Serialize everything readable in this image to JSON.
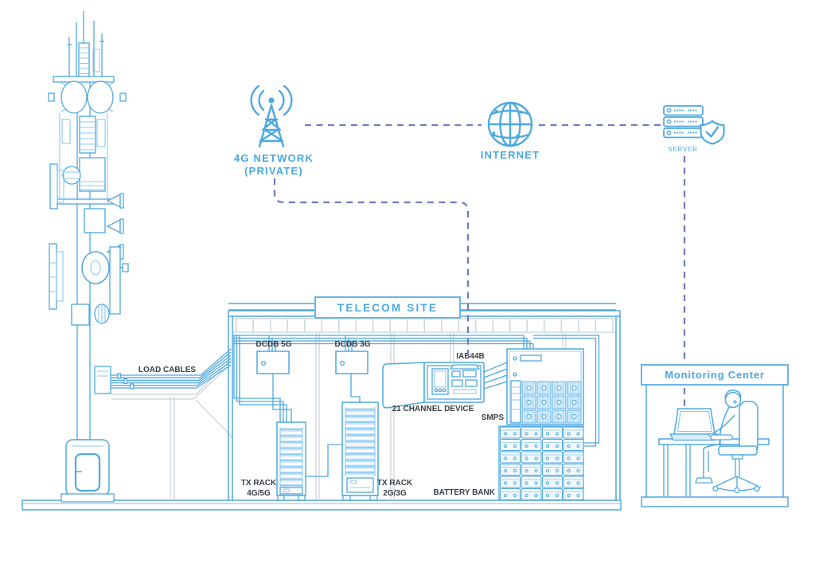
{
  "colors": {
    "line_blue": "#4FA8E0",
    "line_blue_light": "#8CC8EE",
    "fill_blue_light": "#CFE8F9",
    "dashed_connector": "#6F7DBD",
    "structure_gray": "#C7D0D7",
    "label_dark": "#3A3F45",
    "label_blue": "#4BA7E0"
  },
  "backbone": {
    "network": {
      "icon": "antenna-mast-icon",
      "label_line1": "4G NETWORK",
      "label_line2": "(PRIVATE)"
    },
    "internet": {
      "icon": "globe-icon",
      "label": "INTERNET"
    },
    "server": {
      "icon": "server-shield-icon",
      "label": "SERVER"
    }
  },
  "telecom_site": {
    "title": "TELECOM SITE",
    "load_cables_label": "LOAD CABLES",
    "dcdb_5g_label": "DCDB 5G",
    "dcdb_3g_label": "DCDB 3G",
    "iab44b_label": "IAB44B",
    "channel_device_label": "21 CHANNEL DEVICE",
    "smps_label": "SMPS",
    "battery_bank_label": "BATTERY BANK",
    "tx_rack_4g5g": {
      "line1": "TX RACK",
      "line2": "4G/5G"
    },
    "tx_rack_2g3g": {
      "line1": "TX RACK",
      "line2": "2G/3G"
    }
  },
  "monitoring_center": {
    "title": "Monitoring Center"
  }
}
